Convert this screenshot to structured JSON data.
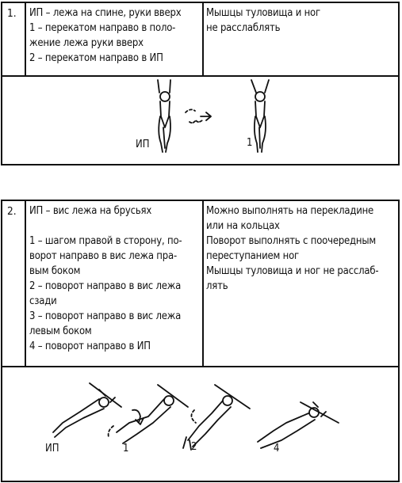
{
  "table1": {
    "number": "1.",
    "exercise_lines": [
      "ИП – лежа на спине, руки вверх",
      "1 – перекатом направо в поло-",
      "жение лежа руки вверх",
      "2 – перекатом направо в ИП"
    ],
    "notes_lines": [
      "Мышцы туловища и ног",
      "не расслаблять"
    ],
    "figure_labels": [
      "ИП",
      "1"
    ]
  },
  "table2": {
    "number": "2.",
    "exercise_lines": [
      "ИП – вис лежа на брусьях",
      "",
      "1 – шагом правой в сторону, по-",
      "ворот направо в вис лежа пра-",
      "вым боком",
      "2 – поворот направо в вис лежа",
      "сзади",
      "3 – поворот направо в вис лежа",
      "левым боком",
      "4 – поворот направо в ИП"
    ],
    "notes_lines": [
      "Можно выполнять на перекладине",
      "или на кольцах",
      "Поворот выполнять с поочередным",
      "переступанием ног",
      "Мышцы туловища и ног не расслаб-",
      "лять"
    ],
    "figure_labels": [
      "ИП",
      "1",
      "2",
      "4"
    ]
  }
}
